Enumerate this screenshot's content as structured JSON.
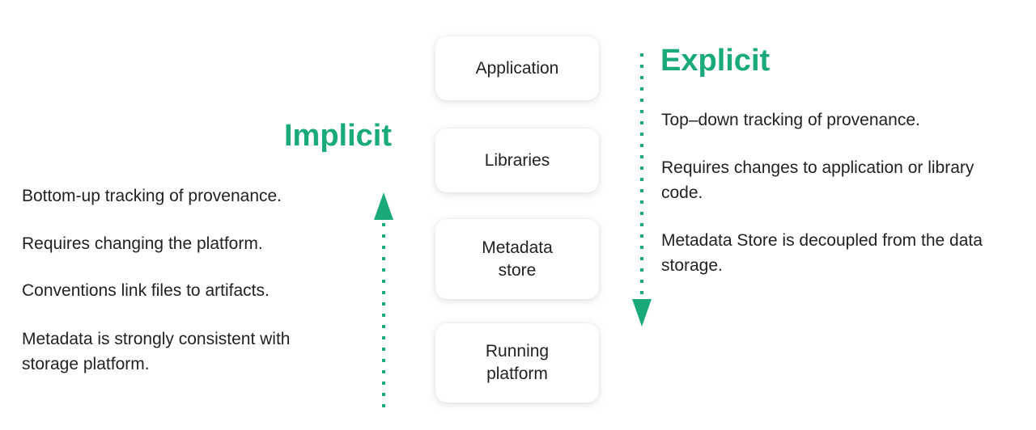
{
  "stack": {
    "application": "Application",
    "libraries": "Libraries",
    "metadata_store": "Metadata store",
    "running_platform": "Running platform"
  },
  "implicit": {
    "title": "Implicit",
    "points": [
      "Bottom-up tracking of provenance.",
      "Requires changing the platform.",
      "Conventions link files to artifacts.",
      "Metadata is strongly consistent with storage platform."
    ]
  },
  "explicit": {
    "title": "Explicit",
    "points": [
      "Top–down tracking of provenance.",
      "Requires changes to application or library code.",
      "Metadata Store is decoupled from the data storage."
    ]
  },
  "colors": {
    "accent": "#1aaa78",
    "text": "#222222"
  }
}
